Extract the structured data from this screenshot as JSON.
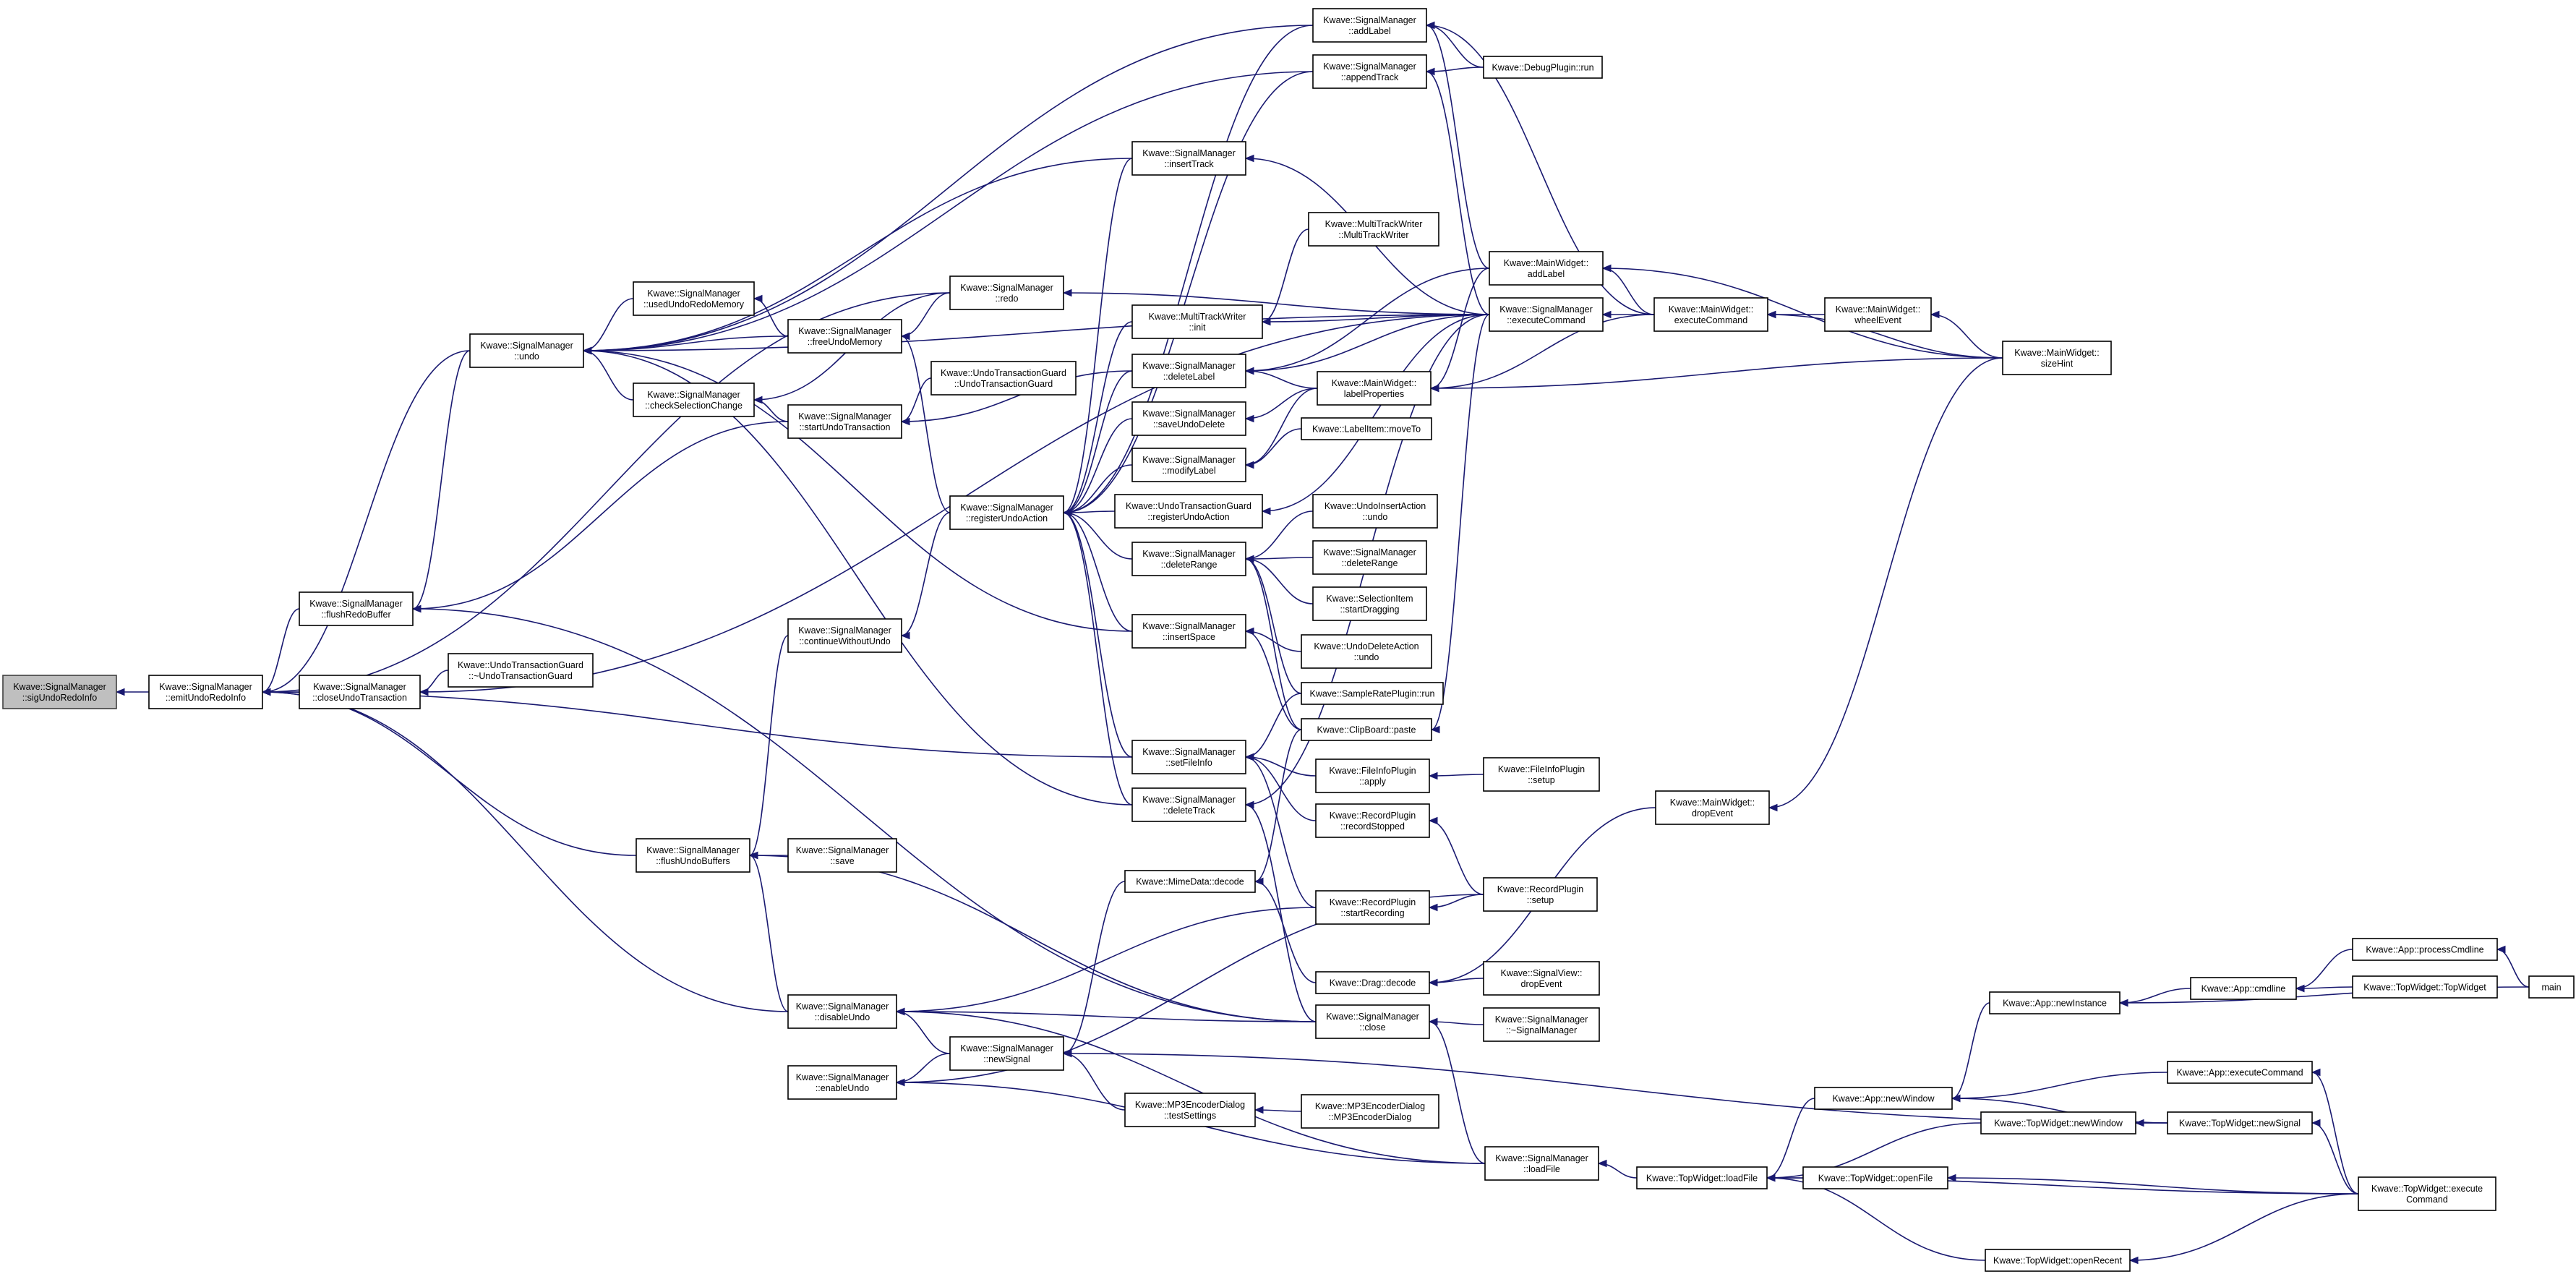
{
  "title": "",
  "nodes": [
    {
      "id": "sigUndoRedoInfo",
      "lines": [
        "Kwave::SignalManager",
        "::sigUndoRedoInfo"
      ],
      "root": true
    },
    {
      "id": "emitUndoRedoInfo",
      "lines": [
        "Kwave::SignalManager",
        "::emitUndoRedoInfo"
      ]
    },
    {
      "id": "flushRedoBuffer",
      "lines": [
        "Kwave::SignalManager",
        "::flushRedoBuffer"
      ]
    },
    {
      "id": "closeUndoTransaction",
      "lines": [
        "Kwave::SignalManager",
        "::closeUndoTransaction"
      ]
    },
    {
      "id": "flushUndoBuffers",
      "lines": [
        "Kwave::SignalManager",
        "::flushUndoBuffers"
      ]
    },
    {
      "id": "undo",
      "lines": [
        "Kwave::SignalManager",
        "::undo"
      ]
    },
    {
      "id": "usedUndoRedoMemory",
      "lines": [
        "Kwave::SignalManager",
        "::usedUndoRedoMemory"
      ]
    },
    {
      "id": "checkSelectionChange",
      "lines": [
        "Kwave::SignalManager",
        "::checkSelectionChange"
      ]
    },
    {
      "id": "utgDtor",
      "lines": [
        "Kwave::UndoTransactionGuard",
        "::~UndoTransactionGuard"
      ]
    },
    {
      "id": "freeUndoMemory",
      "lines": [
        "Kwave::SignalManager",
        "::freeUndoMemory"
      ]
    },
    {
      "id": "startUndoTransaction",
      "lines": [
        "Kwave::SignalManager",
        "::startUndoTransaction"
      ]
    },
    {
      "id": "continueWithoutUndo",
      "lines": [
        "Kwave::SignalManager",
        "::continueWithoutUndo"
      ]
    },
    {
      "id": "smSave",
      "lines": [
        "Kwave::SignalManager",
        "::save"
      ]
    },
    {
      "id": "disableUndo",
      "lines": [
        "Kwave::SignalManager",
        "::disableUndo"
      ]
    },
    {
      "id": "enableUndo",
      "lines": [
        "Kwave::SignalManager",
        "::enableUndo"
      ]
    },
    {
      "id": "redo",
      "lines": [
        "Kwave::SignalManager",
        "::redo"
      ]
    },
    {
      "id": "utgCtor",
      "lines": [
        "Kwave::UndoTransactionGuard",
        "::UndoTransactionGuard"
      ]
    },
    {
      "id": "registerUndoAction",
      "lines": [
        "Kwave::SignalManager",
        "::registerUndoAction"
      ]
    },
    {
      "id": "newSignal",
      "lines": [
        "Kwave::SignalManager",
        "::newSignal"
      ]
    },
    {
      "id": "addLabel",
      "lines": [
        "Kwave::SignalManager",
        "::addLabel"
      ]
    },
    {
      "id": "appendTrack",
      "lines": [
        "Kwave::SignalManager",
        "::appendTrack"
      ]
    },
    {
      "id": "insertTrack",
      "lines": [
        "Kwave::SignalManager",
        "::insertTrack"
      ]
    },
    {
      "id": "mtwCtor",
      "lines": [
        "Kwave::MultiTrackWriter",
        "::MultiTrackWriter"
      ]
    },
    {
      "id": "mtwInit",
      "lines": [
        "Kwave::MultiTrackWriter",
        "::init"
      ]
    },
    {
      "id": "deleteLabel",
      "lines": [
        "Kwave::SignalManager",
        "::deleteLabel"
      ]
    },
    {
      "id": "saveUndoDelete",
      "lines": [
        "Kwave::SignalManager",
        "::saveUndoDelete"
      ]
    },
    {
      "id": "modifyLabel",
      "lines": [
        "Kwave::SignalManager",
        "::modifyLabel"
      ]
    },
    {
      "id": "utgRegister",
      "lines": [
        "Kwave::UndoTransactionGuard",
        "::registerUndoAction"
      ]
    },
    {
      "id": "deleteRange",
      "lines": [
        "Kwave::SignalManager",
        "::deleteRange"
      ]
    },
    {
      "id": "insertSpace",
      "lines": [
        "Kwave::SignalManager",
        "::insertSpace"
      ]
    },
    {
      "id": "setFileInfo",
      "lines": [
        "Kwave::SignalManager",
        "::setFileInfo"
      ]
    },
    {
      "id": "deleteTrack",
      "lines": [
        "Kwave::SignalManager",
        "::deleteTrack"
      ]
    },
    {
      "id": "mimeDecode",
      "lines": [
        "Kwave::MimeData::decode"
      ]
    },
    {
      "id": "smClose",
      "lines": [
        "Kwave::SignalManager",
        "::close"
      ]
    },
    {
      "id": "mp3Test",
      "lines": [
        "Kwave::MP3EncoderDialog",
        "::testSettings"
      ]
    },
    {
      "id": "loadFile",
      "lines": [
        "Kwave::SignalManager",
        "::loadFile"
      ]
    },
    {
      "id": "debugRun",
      "lines": [
        "Kwave::DebugPlugin::run"
      ]
    },
    {
      "id": "mwAddLabel",
      "lines": [
        "Kwave::MainWidget::",
        "addLabel"
      ]
    },
    {
      "id": "smExecCmd",
      "lines": [
        "Kwave::SignalManager",
        "::executeCommand"
      ]
    },
    {
      "id": "mwLabelProps",
      "lines": [
        "Kwave::MainWidget::",
        "labelProperties"
      ]
    },
    {
      "id": "labelMoveTo",
      "lines": [
        "Kwave::LabelItem::moveTo"
      ]
    },
    {
      "id": "uiaUndo",
      "lines": [
        "Kwave::UndoInsertAction",
        "::undo"
      ]
    },
    {
      "id": "smDeleteRange2",
      "lines": [
        "Kwave::SignalManager",
        "::deleteRange"
      ]
    },
    {
      "id": "selDragging",
      "lines": [
        "Kwave::SelectionItem",
        "::startDragging"
      ]
    },
    {
      "id": "udaUndo",
      "lines": [
        "Kwave::UndoDeleteAction",
        "::undo"
      ]
    },
    {
      "id": "srRun",
      "lines": [
        "Kwave::SampleRatePlugin::run"
      ]
    },
    {
      "id": "clipPaste",
      "lines": [
        "Kwave::ClipBoard::paste"
      ]
    },
    {
      "id": "fipApply",
      "lines": [
        "Kwave::FileInfoPlugin",
        "::apply"
      ]
    },
    {
      "id": "recStopped",
      "lines": [
        "Kwave::RecordPlugin",
        "::recordStopped"
      ]
    },
    {
      "id": "recStart",
      "lines": [
        "Kwave::RecordPlugin",
        "::startRecording"
      ]
    },
    {
      "id": "dragDecode",
      "lines": [
        "Kwave::Drag::decode"
      ]
    },
    {
      "id": "mp3Ctor",
      "lines": [
        "Kwave::MP3EncoderDialog",
        "::MP3EncoderDialog"
      ]
    },
    {
      "id": "mwExecCmd",
      "lines": [
        "Kwave::MainWidget::",
        "executeCommand"
      ]
    },
    {
      "id": "fipSetup",
      "lines": [
        "Kwave::FileInfoPlugin",
        "::setup"
      ]
    },
    {
      "id": "recSetup",
      "lines": [
        "Kwave::RecordPlugin",
        "::setup"
      ]
    },
    {
      "id": "svDrop",
      "lines": [
        "Kwave::SignalView::",
        "dropEvent"
      ]
    },
    {
      "id": "smDtor",
      "lines": [
        "Kwave::SignalManager",
        "::~SignalManager"
      ]
    },
    {
      "id": "mwDrop",
      "lines": [
        "Kwave::MainWidget::",
        "dropEvent"
      ]
    },
    {
      "id": "twLoadFile",
      "lines": [
        "Kwave::TopWidget::loadFile"
      ]
    },
    {
      "id": "mwWheel",
      "lines": [
        "Kwave::MainWidget::",
        "wheelEvent"
      ]
    },
    {
      "id": "appNewWindow",
      "lines": [
        "Kwave::App::newWindow"
      ]
    },
    {
      "id": "twOpenFile",
      "lines": [
        "Kwave::TopWidget::openFile"
      ]
    },
    {
      "id": "twOpenRecent",
      "lines": [
        "Kwave::TopWidget::openRecent"
      ]
    },
    {
      "id": "mwSizeHint",
      "lines": [
        "Kwave::MainWidget::",
        "sizeHint"
      ]
    },
    {
      "id": "appNewInstance",
      "lines": [
        "Kwave::App::newInstance"
      ]
    },
    {
      "id": "twNewWindow",
      "lines": [
        "Kwave::TopWidget::newWindow"
      ]
    },
    {
      "id": "appCmdline",
      "lines": [
        "Kwave::App::cmdline"
      ]
    },
    {
      "id": "appExecCmd",
      "lines": [
        "Kwave::App::executeCommand"
      ]
    },
    {
      "id": "twNewSignal",
      "lines": [
        "Kwave::TopWidget::newSignal"
      ]
    },
    {
      "id": "appProcCmd",
      "lines": [
        "Kwave::App::processCmdline"
      ]
    },
    {
      "id": "twCtor",
      "lines": [
        "Kwave::TopWidget::TopWidget"
      ]
    },
    {
      "id": "twExecCmd",
      "lines": [
        "Kwave::TopWidget::execute",
        "Command"
      ]
    },
    {
      "id": "main",
      "lines": [
        "main"
      ]
    }
  ],
  "edges": [
    [
      "sigUndoRedoInfo",
      "emitUndoRedoInfo"
    ],
    [
      "emitUndoRedoInfo",
      "flushRedoBuffer"
    ],
    [
      "emitUndoRedoInfo",
      "closeUndoTransaction"
    ],
    [
      "emitUndoRedoInfo",
      "undo"
    ],
    [
      "emitUndoRedoInfo",
      "redo"
    ],
    [
      "emitUndoRedoInfo",
      "flushUndoBuffers"
    ],
    [
      "emitUndoRedoInfo",
      "disableUndo"
    ],
    [
      "emitUndoRedoInfo",
      "setFileInfo"
    ],
    [
      "flushRedoBuffer",
      "undo"
    ],
    [
      "flushRedoBuffer",
      "startUndoTransaction"
    ],
    [
      "flushRedoBuffer",
      "smClose"
    ],
    [
      "closeUndoTransaction",
      "utgDtor"
    ],
    [
      "closeUndoTransaction",
      "smExecCmd"
    ],
    [
      "undo",
      "usedUndoRedoMemory"
    ],
    [
      "undo",
      "checkSelectionChange"
    ],
    [
      "undo",
      "freeUndoMemory"
    ],
    [
      "undo",
      "addLabel"
    ],
    [
      "undo",
      "appendTrack"
    ],
    [
      "undo",
      "insertTrack"
    ],
    [
      "undo",
      "smExecCmd"
    ],
    [
      "undo",
      "insertSpace"
    ],
    [
      "undo",
      "deleteTrack"
    ],
    [
      "usedUndoRedoMemory",
      "freeUndoMemory"
    ],
    [
      "checkSelectionChange",
      "redo"
    ],
    [
      "checkSelectionChange",
      "startUndoTransaction"
    ],
    [
      "freeUndoMemory",
      "redo"
    ],
    [
      "freeUndoMemory",
      "registerUndoAction"
    ],
    [
      "startUndoTransaction",
      "utgCtor"
    ],
    [
      "startUndoTransaction",
      "deleteLabel"
    ],
    [
      "redo",
      "smExecCmd"
    ],
    [
      "registerUndoAction",
      "addLabel"
    ],
    [
      "registerUndoAction",
      "appendTrack"
    ],
    [
      "registerUndoAction",
      "insertTrack"
    ],
    [
      "registerUndoAction",
      "mtwInit"
    ],
    [
      "registerUndoAction",
      "deleteLabel"
    ],
    [
      "registerUndoAction",
      "saveUndoDelete"
    ],
    [
      "registerUndoAction",
      "modifyLabel"
    ],
    [
      "registerUndoAction",
      "utgRegister"
    ],
    [
      "registerUndoAction",
      "deleteRange"
    ],
    [
      "registerUndoAction",
      "insertSpace"
    ],
    [
      "registerUndoAction",
      "setFileInfo"
    ],
    [
      "registerUndoAction",
      "deleteTrack"
    ],
    [
      "continueWithoutUndo",
      "registerUndoAction"
    ],
    [
      "flushUndoBuffers",
      "continueWithoutUndo"
    ],
    [
      "flushUndoBuffers",
      "smSave"
    ],
    [
      "flushUndoBuffers",
      "disableUndo"
    ],
    [
      "flushUndoBuffers",
      "smClose"
    ],
    [
      "disableUndo",
      "newSignal"
    ],
    [
      "disableUndo",
      "smClose"
    ],
    [
      "disableUndo",
      "loadFile"
    ],
    [
      "disableUndo",
      "recStart"
    ],
    [
      "enableUndo",
      "newSignal"
    ],
    [
      "enableUndo",
      "loadFile"
    ],
    [
      "enableUndo",
      "recSetup"
    ],
    [
      "newSignal",
      "mimeDecode"
    ],
    [
      "newSignal",
      "mp3Test"
    ],
    [
      "newSignal",
      "twNewSignal"
    ],
    [
      "addLabel",
      "debugRun"
    ],
    [
      "addLabel",
      "mwAddLabel"
    ],
    [
      "addLabel",
      "mwExecCmd"
    ],
    [
      "appendTrack",
      "debugRun"
    ],
    [
      "appendTrack",
      "smExecCmd"
    ],
    [
      "insertTrack",
      "smExecCmd"
    ],
    [
      "mtwInit",
      "mtwCtor"
    ],
    [
      "mtwInit",
      "smExecCmd"
    ],
    [
      "deleteLabel",
      "mwAddLabel"
    ],
    [
      "deleteLabel",
      "mwLabelProps"
    ],
    [
      "deleteLabel",
      "smExecCmd"
    ],
    [
      "saveUndoDelete",
      "mwLabelProps"
    ],
    [
      "modifyLabel",
      "mwLabelProps"
    ],
    [
      "modifyLabel",
      "labelMoveTo"
    ],
    [
      "utgRegister",
      "smExecCmd"
    ],
    [
      "deleteRange",
      "uiaUndo"
    ],
    [
      "deleteRange",
      "smDeleteRange2"
    ],
    [
      "deleteRange",
      "selDragging"
    ],
    [
      "deleteRange",
      "srRun"
    ],
    [
      "deleteRange",
      "clipPaste"
    ],
    [
      "insertSpace",
      "udaUndo"
    ],
    [
      "insertSpace",
      "clipPaste"
    ],
    [
      "setFileInfo",
      "srRun"
    ],
    [
      "setFileInfo",
      "fipApply"
    ],
    [
      "setFileInfo",
      "recStopped"
    ],
    [
      "setFileInfo",
      "recStart"
    ],
    [
      "deleteTrack",
      "smClose"
    ],
    [
      "deleteTrack",
      "smExecCmd"
    ],
    [
      "mimeDecode",
      "clipPaste"
    ],
    [
      "mimeDecode",
      "dragDecode"
    ],
    [
      "smClose",
      "smDtor"
    ],
    [
      "smClose",
      "loadFile"
    ],
    [
      "mp3Test",
      "mp3Ctor"
    ],
    [
      "loadFile",
      "twLoadFile"
    ],
    [
      "mwAddLabel",
      "mwExecCmd"
    ],
    [
      "mwAddLabel",
      "mwSizeHint"
    ],
    [
      "smExecCmd",
      "mwExecCmd"
    ],
    [
      "mwLabelProps",
      "mwAddLabel"
    ],
    [
      "mwLabelProps",
      "mwExecCmd"
    ],
    [
      "mwLabelProps",
      "mwSizeHint"
    ],
    [
      "clipPaste",
      "smExecCmd"
    ],
    [
      "fipApply",
      "fipSetup"
    ],
    [
      "recStopped",
      "recSetup"
    ],
    [
      "recStart",
      "recSetup"
    ],
    [
      "dragDecode",
      "svDrop"
    ],
    [
      "dragDecode",
      "mwDrop"
    ],
    [
      "mwExecCmd",
      "mwWheel"
    ],
    [
      "mwExecCmd",
      "mwSizeHint"
    ],
    [
      "mwWheel",
      "mwSizeHint"
    ],
    [
      "mwDrop",
      "mwSizeHint"
    ],
    [
      "twLoadFile",
      "appNewWindow"
    ],
    [
      "twLoadFile",
      "twOpenFile"
    ],
    [
      "twLoadFile",
      "twNewWindow"
    ],
    [
      "twLoadFile",
      "twOpenRecent"
    ],
    [
      "twLoadFile",
      "twExecCmd"
    ],
    [
      "appNewWindow",
      "appNewInstance"
    ],
    [
      "appNewWindow",
      "appExecCmd"
    ],
    [
      "appNewWindow",
      "twNewSignal"
    ],
    [
      "twOpenFile",
      "twExecCmd"
    ],
    [
      "twOpenRecent",
      "twExecCmd"
    ],
    [
      "twNewWindow",
      "twNewSignal"
    ],
    [
      "twNewSignal",
      "twExecCmd"
    ],
    [
      "appExecCmd",
      "twExecCmd"
    ],
    [
      "appNewInstance",
      "appCmdline"
    ],
    [
      "appNewInstance",
      "main"
    ],
    [
      "appCmdline",
      "appProcCmd"
    ],
    [
      "appCmdline",
      "twCtor"
    ],
    [
      "appProcCmd",
      "main"
    ]
  ]
}
